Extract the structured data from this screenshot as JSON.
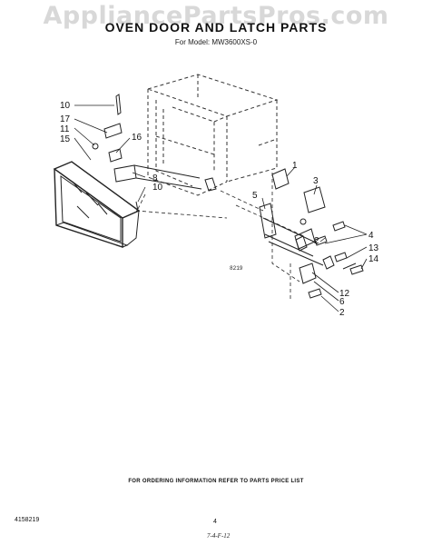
{
  "watermark": "AppliancePartsPros.com",
  "header": {
    "title": "OVEN DOOR AND LATCH PARTS",
    "model": "For Model: MW3600XS-0"
  },
  "diagram": {
    "figure_code": "8219",
    "callouts": [
      "10",
      "17",
      "11",
      "15",
      "16",
      "8",
      "10",
      "1",
      "3",
      "5",
      "4",
      "2",
      "13",
      "14",
      "12",
      "6",
      "2"
    ]
  },
  "footer": {
    "ordering_note": "FOR ORDERING INFORMATION REFER TO PARTS PRICE LIST",
    "part_number": "4158219",
    "page_number": "4",
    "handwritten_note": "7-4-F-12"
  }
}
